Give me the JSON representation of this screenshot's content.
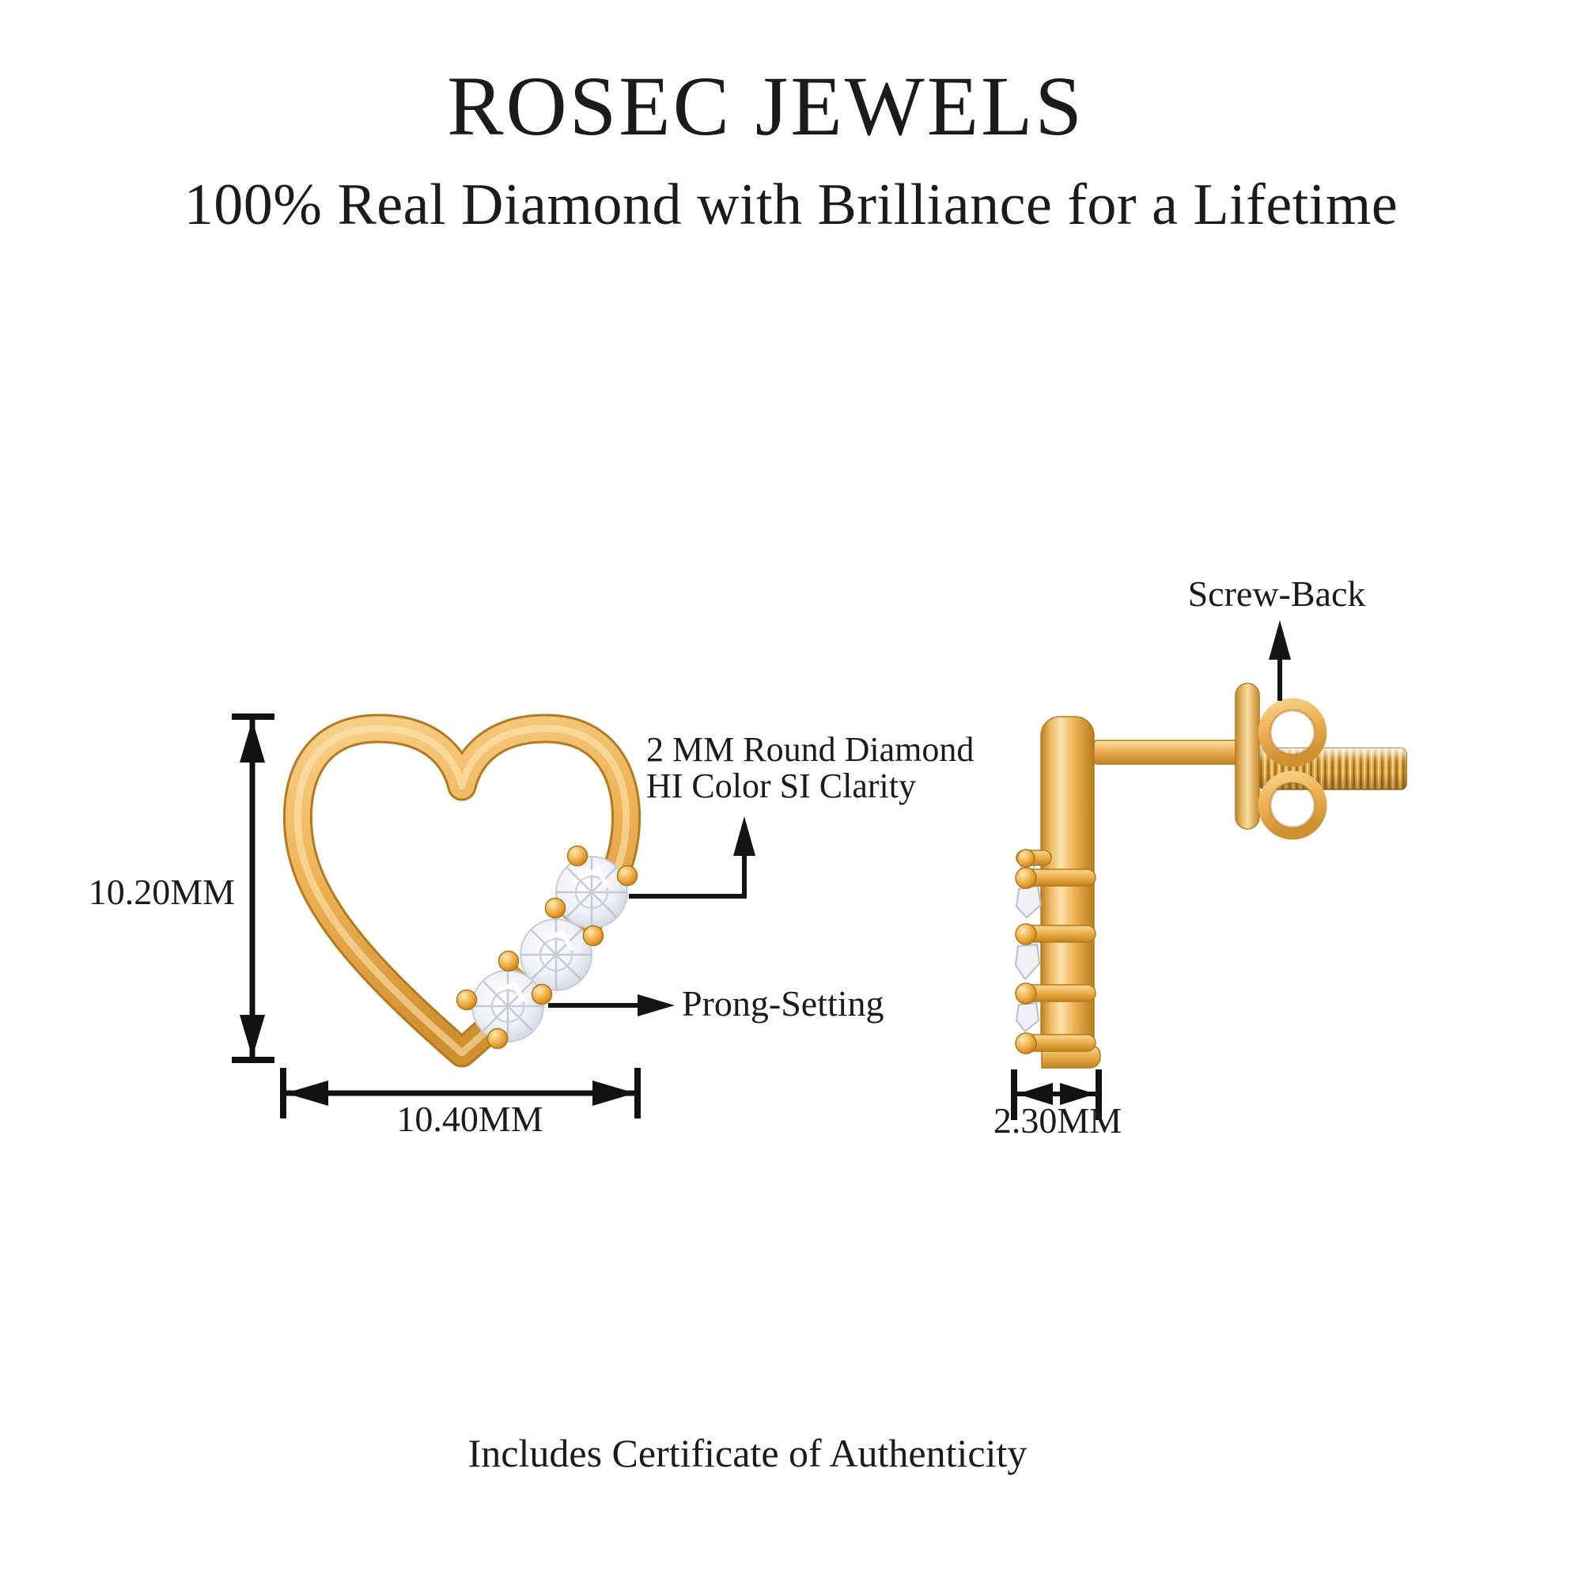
{
  "header": {
    "title": "ROSEC JEWELS",
    "subtitle": "100% Real Diamond with Brilliance for a Lifetime"
  },
  "front_view": {
    "height_label": "10.20MM",
    "width_label": "10.40MM",
    "diamond_callout_line1": "2 MM Round Diamond",
    "diamond_callout_line2": "HI Color SI Clarity",
    "prong_callout": "Prong-Setting"
  },
  "side_view": {
    "screw_back_label": "Screw-Back",
    "thickness_label": "2.30MM"
  },
  "footer": {
    "certificate_note": "Includes Certificate of Authenticity"
  },
  "colors": {
    "background": "#ffffff",
    "text": "#1b1b1b",
    "annotation_line": "#111111",
    "gold_light": "#fbe3ab",
    "gold_mid": "#efb257",
    "gold_dark": "#c8892b",
    "gold_deep": "#a9711c",
    "diamond_white": "#f7f9fc",
    "diamond_shadow": "#aeb6c3"
  }
}
